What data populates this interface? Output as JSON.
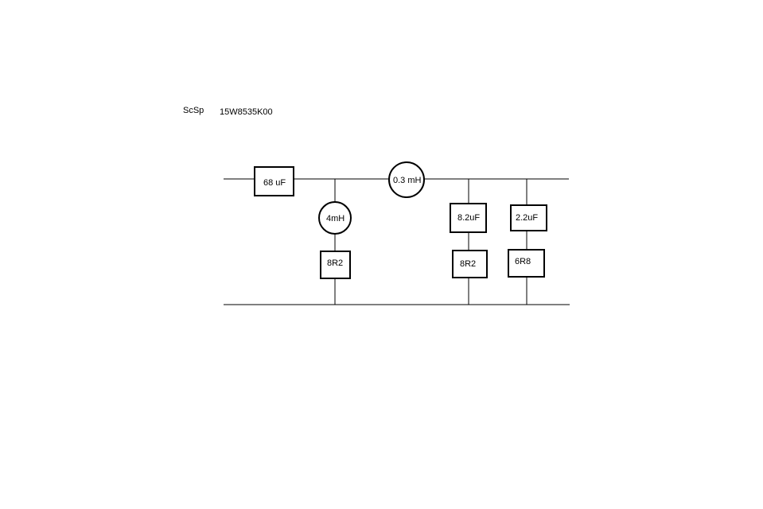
{
  "header": {
    "brand": "ScSp",
    "model": "15W8535K00"
  },
  "components": {
    "c_series": "68 uF",
    "l_series": "0.3 mH",
    "l_shunt": "4mH",
    "r_shunt_1": "8R2",
    "c_shunt_1": "8.2uF",
    "r_shunt_2": "8R2",
    "c_shunt_2": "2.2uF",
    "r_shunt_3": "6R8"
  },
  "colors": {
    "line": "#000000",
    "background": "#ffffff"
  }
}
